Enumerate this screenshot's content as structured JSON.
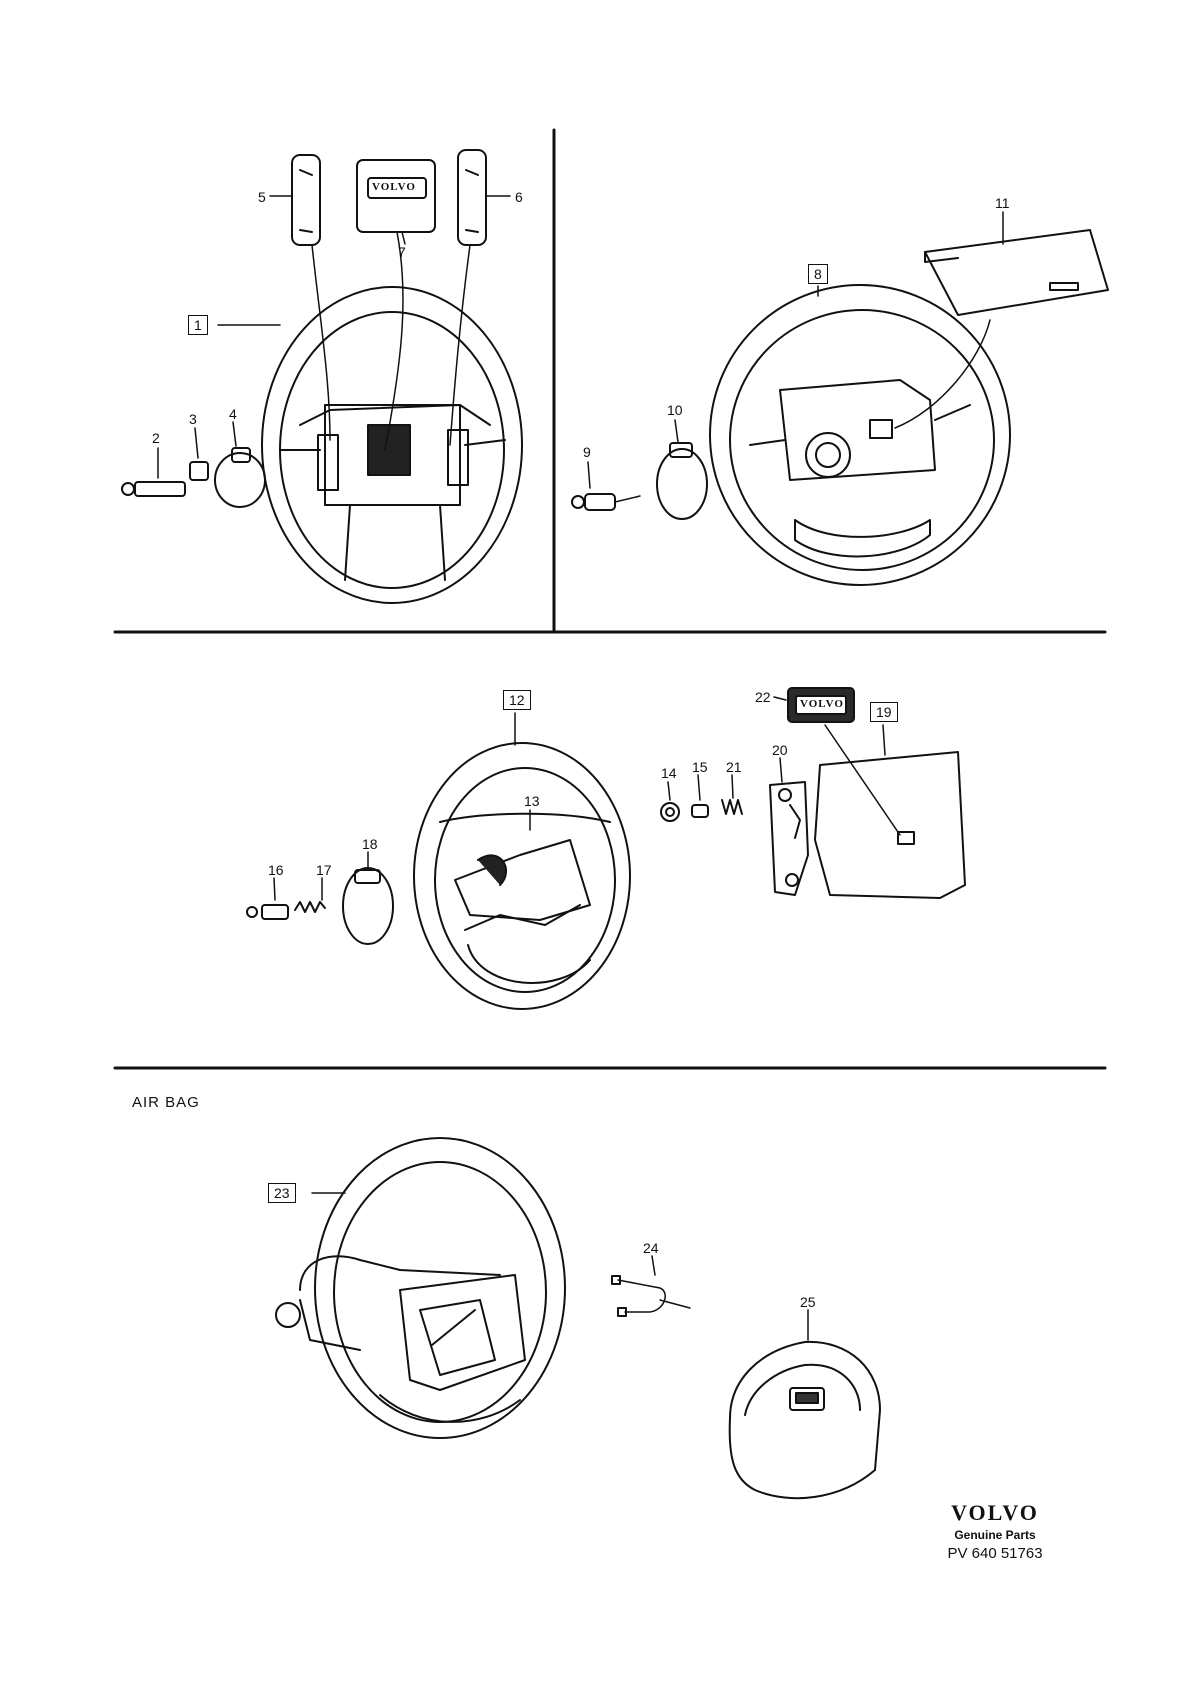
{
  "section": {
    "airbag_title": "AIR BAG"
  },
  "emblem": {
    "text": "VOLVO"
  },
  "brand": {
    "name": "VOLVO",
    "sub": "Genuine Parts",
    "code": "PV 640 51763"
  },
  "callouts": [
    {
      "id": "1",
      "boxed": true
    },
    {
      "id": "2",
      "boxed": false
    },
    {
      "id": "3",
      "boxed": false
    },
    {
      "id": "4",
      "boxed": false
    },
    {
      "id": "5",
      "boxed": false
    },
    {
      "id": "6",
      "boxed": false
    },
    {
      "id": "7",
      "boxed": false
    },
    {
      "id": "8",
      "boxed": true
    },
    {
      "id": "9",
      "boxed": false
    },
    {
      "id": "10",
      "boxed": false
    },
    {
      "id": "11",
      "boxed": false
    },
    {
      "id": "12",
      "boxed": true
    },
    {
      "id": "13",
      "boxed": false
    },
    {
      "id": "14",
      "boxed": false
    },
    {
      "id": "15",
      "boxed": false
    },
    {
      "id": "16",
      "boxed": false
    },
    {
      "id": "17",
      "boxed": false
    },
    {
      "id": "18",
      "boxed": false
    },
    {
      "id": "19",
      "boxed": true
    },
    {
      "id": "20",
      "boxed": false
    },
    {
      "id": "21",
      "boxed": false
    },
    {
      "id": "22",
      "boxed": false
    },
    {
      "id": "23",
      "boxed": true
    },
    {
      "id": "24",
      "boxed": false
    },
    {
      "id": "25",
      "boxed": false
    }
  ]
}
